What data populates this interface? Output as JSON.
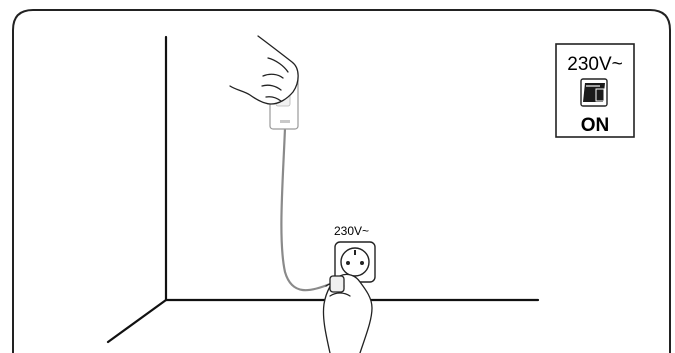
{
  "diagram": {
    "outlet_label": "230V~",
    "badge": {
      "voltage": "230V~",
      "state": "ON"
    }
  }
}
